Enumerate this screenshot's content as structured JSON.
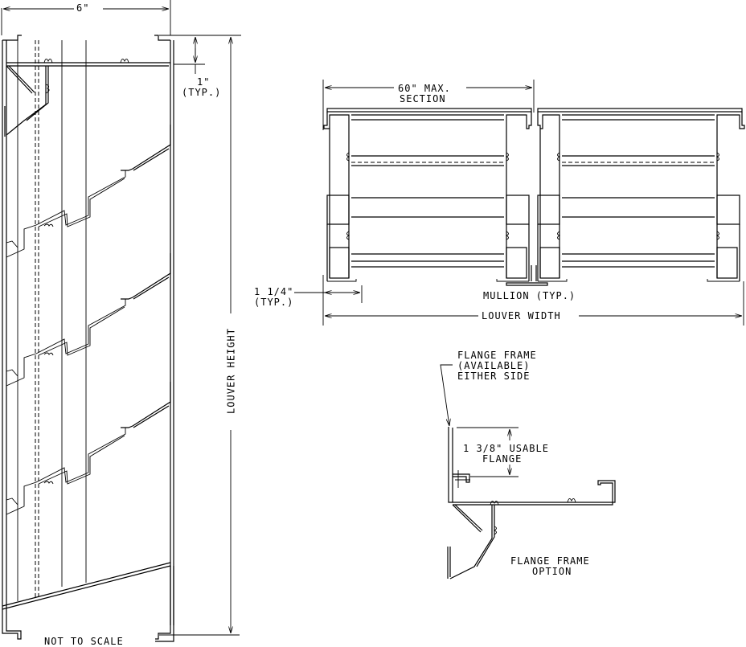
{
  "drawing": {
    "type": "louver technical drawing",
    "note": "NOT TO SCALE"
  },
  "side_section": {
    "depth_dim": "6\"",
    "blade_spacing_dim": "1\"",
    "blade_spacing_note": "(TYP.)",
    "height_dim": "LOUVER HEIGHT"
  },
  "plan_section": {
    "section_dim_line1": "60\" MAX.",
    "section_dim_line2": "SECTION",
    "frame_dim": "1 1/4\"",
    "frame_dim_note": "(TYP.)",
    "mullion_label": "MULLION (TYP.)",
    "width_dim": "LOUVER WIDTH"
  },
  "flange_detail": {
    "callout_line1": "FLANGE FRAME",
    "callout_line2": "(AVAILABLE)",
    "callout_line3": "EITHER SIDE",
    "flange_dim_line1": "1 3/8\" USABLE",
    "flange_dim_line2": "FLANGE",
    "title_line1": "FLANGE FRAME",
    "title_line2": "OPTION"
  },
  "colors": {
    "line": "#000000",
    "background": "#ffffff"
  }
}
